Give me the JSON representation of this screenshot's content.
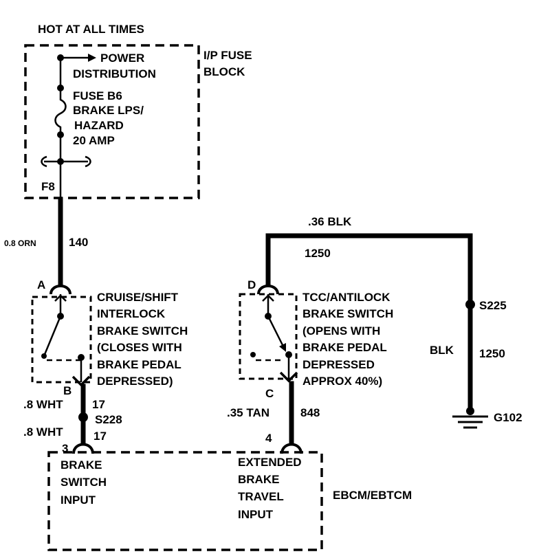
{
  "header": {
    "hot_at_all_times": "HOT AT ALL TIMES"
  },
  "fuse_block": {
    "name_line1": "I/P FUSE",
    "name_line2": "BLOCK",
    "power_line1": "POWER",
    "power_line2": "DISTRIBUTION",
    "fuse_line1": "FUSE B6",
    "fuse_line2": "BRAKE LPS/",
    "fuse_line3": "HAZARD",
    "fuse_line4": "20 AMP",
    "terminal": "F8"
  },
  "wire_140": {
    "gauge": "0.8 ORN",
    "circuit": "140"
  },
  "cruise_switch": {
    "connector_in": "A",
    "connector_out": "B",
    "line1": "CRUISE/SHIFT",
    "line2": "INTERLOCK",
    "line3": "BRAKE SWITCH",
    "line4": "(CLOSES WITH",
    "line5": "BRAKE PEDAL",
    "line6": "DEPRESSED)"
  },
  "wire_17": {
    "upper_gauge": ".8 WHT",
    "upper_circuit": "17",
    "splice": "S228",
    "lower_gauge": ".8 WHT",
    "lower_circuit": "17"
  },
  "tcc_switch": {
    "connector_in": "D",
    "connector_out": "C",
    "line1": "TCC/ANTILOCK",
    "line2": "BRAKE SWITCH",
    "line3": "(OPENS WITH",
    "line4": "BRAKE PEDAL",
    "line5": "DEPRESSED",
    "line6": "APPROX 40%)"
  },
  "wire_1250": {
    "top_gauge": ".36 BLK",
    "top_circuit": "1250",
    "splice": "S225",
    "right_color": "BLK",
    "right_circuit": "1250",
    "ground": "G102"
  },
  "wire_848": {
    "gauge": ".35 TAN",
    "circuit": "848"
  },
  "ebcm": {
    "name": "EBCM/EBTCM",
    "pin_left": "3",
    "pin_right": "4",
    "left_line1": "BRAKE",
    "left_line2": "SWITCH",
    "left_line3": "INPUT",
    "right_line1": "EXTENDED",
    "right_line2": "BRAKE",
    "right_line3": "TRAVEL",
    "right_line4": "INPUT"
  }
}
